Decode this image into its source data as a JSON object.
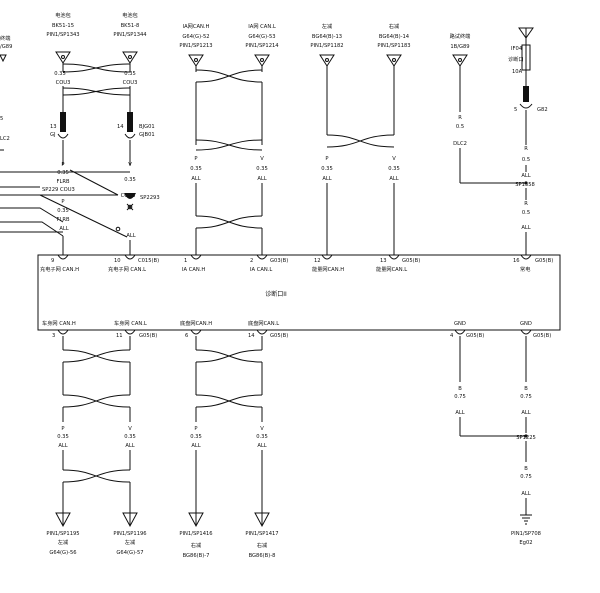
{
  "module": {
    "label": "诊断口II"
  },
  "top_connectors": [
    {
      "id": "bat1",
      "name": "电池包",
      "code": "BK51-15",
      "splice": "PIN1/SP1343"
    },
    {
      "id": "bat2",
      "name": "电池包",
      "code": "BK51-8",
      "splice": "PIN1/SP1344"
    },
    {
      "id": "ia_h",
      "name": "IA网CAN.H",
      "code": "G64(G)-52",
      "splice": "PIN1/SP1213"
    },
    {
      "id": "ia_l",
      "name": "IA网 CAN.L",
      "code": "G64(G)-53",
      "splice": "PIN1/SP1214"
    },
    {
      "id": "left",
      "name": "左减",
      "code": "BG64(B)-13",
      "splice": "PIN1/SP1182"
    },
    {
      "id": "right",
      "name": "右减",
      "code": "BG64(B)-14",
      "splice": "PIN1/SP1183"
    },
    {
      "id": "test",
      "name": "路试终端",
      "code": "1B/G89",
      "splice": ""
    }
  ],
  "edge_labels": {
    "top_left_name": "终端",
    "top_left_code": "/G89",
    "dlc_left": "5",
    "dlc_left2": "LC2"
  },
  "fuse": {
    "name": "IF04",
    "sub": "诊断口",
    "rating": "10A",
    "pin": "5",
    "conn": "G82"
  },
  "wire_labels": {
    "bat1": {
      "color": "P",
      "size": "0.35",
      "extra": "COU3"
    },
    "bat2": {
      "color": "V",
      "size": "0.35",
      "extra": "COU3"
    },
    "ia_h": {
      "color": "P",
      "size": "0.35",
      "extra": "ALL"
    },
    "ia_l": {
      "color": "V",
      "size": "0.35",
      "extra": "ALL"
    },
    "left": {
      "color": "P",
      "size": "0.35",
      "extra": "ALL"
    },
    "right": {
      "color": "V",
      "size": "0.35",
      "extra": "ALL"
    },
    "test": {
      "color": "R",
      "size": "0.5",
      "extra": "DLC2"
    },
    "fuse1": {
      "color": "R",
      "size": "0.5",
      "extra": "ALL"
    },
    "fuse2": {
      "color": "R",
      "size": "0.5",
      "extra": "ALL"
    }
  },
  "mid_labels": {
    "conn_13": "13",
    "conn_13b": "GJ",
    "conn_14": "14",
    "conn_14a": "BJG01",
    "conn_14b": "GJB01",
    "p1": "P",
    "s1": "0.35",
    "f1": "FLRB",
    "p2": "P",
    "s2": "0.35",
    "f2": "FLRB",
    "a1": "ALL",
    "sp_left": "SP229",
    "cou3": "COU3",
    "v1": "V",
    "s3": "0.35",
    "cou3b": "COU3",
    "sp2293": "SP2293",
    "all_b": "ALL",
    "sp1358": "SP1358"
  },
  "top_pins": [
    {
      "num": "9",
      "conn": "",
      "label": "充电子网 CAN.H"
    },
    {
      "num": "10",
      "conn": "C015(B)",
      "label": "充电子网 CAN.L"
    },
    {
      "num": "1",
      "conn": "",
      "label": "IA CAN.H"
    },
    {
      "num": "2",
      "conn": "G03(B)",
      "label": "IA CAN.L"
    },
    {
      "num": "12",
      "conn": "",
      "label": "能量网CAN.H"
    },
    {
      "num": "13",
      "conn": "G05(B)",
      "label": "能量网CAN.L"
    },
    {
      "num": "16",
      "conn": "G05(B)",
      "label": "常电"
    }
  ],
  "bottom_pins": [
    {
      "num": "3",
      "conn": "",
      "label": "车身网 CAN.H"
    },
    {
      "num": "11",
      "conn": "G05(B)",
      "label": "车身网 CAN.L"
    },
    {
      "num": "6",
      "conn": "",
      "label": "底盘网CAN.H"
    },
    {
      "num": "14",
      "conn": "G05(B)",
      "label": "底盘网CAN.L"
    },
    {
      "num": "4",
      "conn": "G05(B)",
      "label": "GND"
    },
    {
      "num": "",
      "conn": "G05(B)",
      "label": "GND"
    }
  ],
  "bottom_wires": {
    "w1": {
      "color": "P",
      "size": "0.35",
      "extra": "ALL"
    },
    "w2": {
      "color": "V",
      "size": "0.35",
      "extra": "ALL"
    },
    "w3": {
      "color": "P",
      "size": "0.35",
      "extra": "ALL"
    },
    "w4": {
      "color": "V",
      "size": "0.35",
      "extra": "ALL"
    },
    "g1": {
      "color": "B",
      "size": "0.75",
      "extra": "ALL"
    },
    "g2": {
      "color": "B",
      "size": "0.75",
      "extra": "ALL"
    },
    "g3": {
      "color": "B",
      "size": "0.75",
      "extra": "ALL"
    }
  },
  "sp1225": "SP1225",
  "bottom_connectors": [
    {
      "id": "b1",
      "splice": "PIN1/SP1195",
      "name": "左减",
      "code": "G64(G)-56"
    },
    {
      "id": "b2",
      "splice": "PIN1/SP1196",
      "name": "左减",
      "code": "G64(G)-57"
    },
    {
      "id": "b3",
      "splice": "PIN1/SP1416",
      "name": "右减",
      "code": "BG86(B)-7"
    },
    {
      "id": "b4",
      "splice": "PIN1/SP1417",
      "name": "右减",
      "code": "BG86(B)-8"
    },
    {
      "id": "gnd",
      "splice": "PIN1/SP708",
      "name": "Eg02",
      "code": ""
    }
  ]
}
